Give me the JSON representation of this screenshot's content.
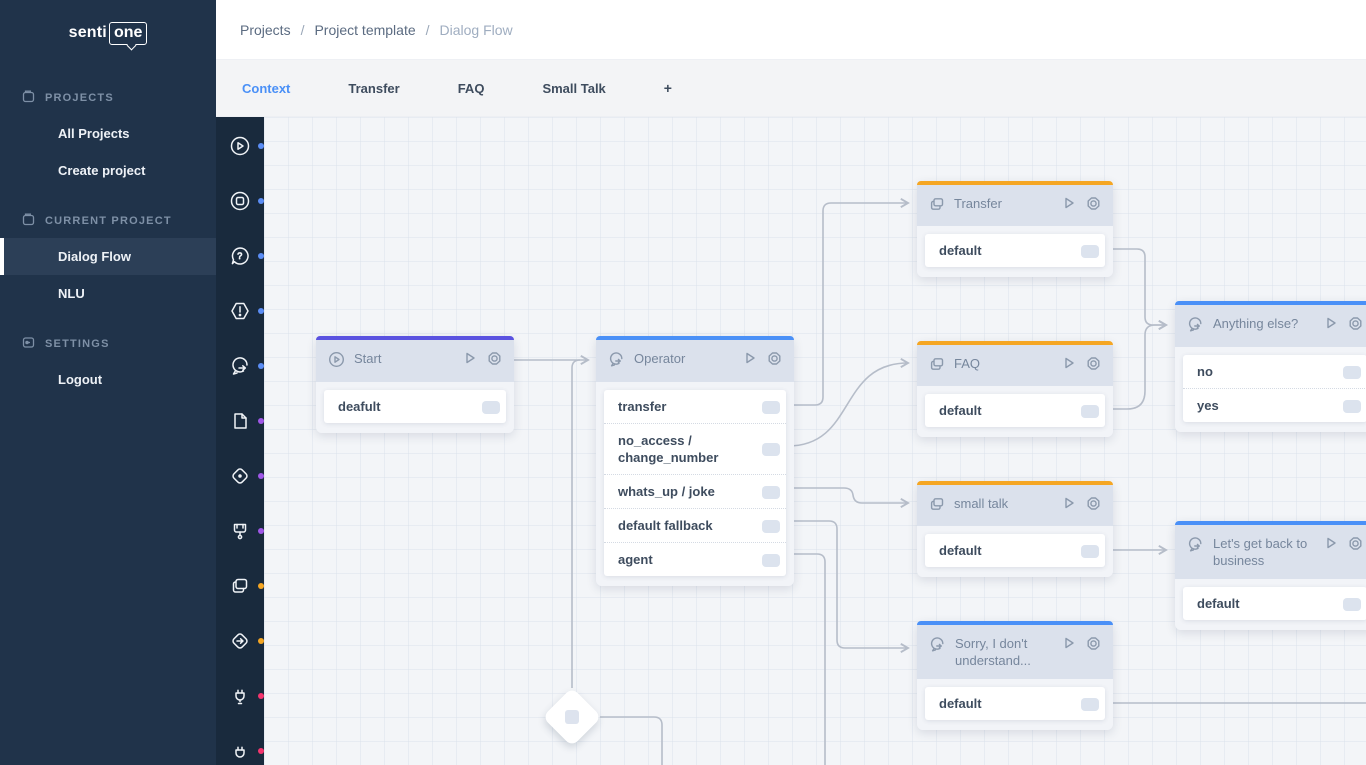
{
  "sidebar": {
    "logo": {
      "part1": "senti",
      "part2": "one"
    },
    "sections": [
      {
        "label": "PROJECTS",
        "items": [
          {
            "label": "All Projects"
          },
          {
            "label": "Create project"
          }
        ]
      },
      {
        "label": "CURRENT PROJECT",
        "items": [
          {
            "label": "Dialog Flow",
            "active": true
          },
          {
            "label": "NLU"
          }
        ]
      },
      {
        "label": "SETTINGS",
        "items": [
          {
            "label": "Logout"
          }
        ]
      }
    ]
  },
  "breadcrumb": {
    "items": [
      "Projects",
      "Project template",
      "Dialog Flow"
    ],
    "separator": "/"
  },
  "tabs": {
    "items": [
      "Context",
      "Transfer",
      "FAQ",
      "Small Talk"
    ],
    "add_label": "+",
    "active": "Context"
  },
  "toolbar": {
    "tools": [
      {
        "name": "play-circle",
        "dot": "#5b8df5"
      },
      {
        "name": "stop-circle",
        "dot": "#5b8df5"
      },
      {
        "name": "question-bubble",
        "dot": "#5b8df5"
      },
      {
        "name": "warning-hexagon",
        "dot": "#5b8df5"
      },
      {
        "name": "chat-forward",
        "dot": "#5b8df5"
      },
      {
        "name": "document",
        "dot": "#a057e8"
      },
      {
        "name": "decision-diamond",
        "dot": "#a057e8"
      },
      {
        "name": "paint-roller",
        "dot": "#a057e8"
      },
      {
        "name": "collection-stack",
        "dot": "#f5a623"
      },
      {
        "name": "action-diamond",
        "dot": "#f5a623"
      },
      {
        "name": "plug",
        "dot": "#f5356e"
      },
      {
        "name": "plug-alt",
        "dot": "#f5356e"
      }
    ]
  },
  "canvas": {
    "nodes": [
      {
        "title": "Start",
        "accent": "#5a52e0",
        "rows": [
          "deafult"
        ]
      },
      {
        "title": "Operator",
        "accent": "#4a90f7",
        "rows": [
          "transfer",
          "no_access / change_number",
          "whats_up / joke",
          "default fallback",
          "agent"
        ]
      },
      {
        "title": "Transfer",
        "accent": "#f5a623",
        "rows": [
          "default"
        ]
      },
      {
        "title": "FAQ",
        "accent": "#f5a623",
        "rows": [
          "default"
        ]
      },
      {
        "title": "small talk",
        "accent": "#f5a623",
        "rows": [
          "default"
        ]
      },
      {
        "title": "Sorry, I don't understand...",
        "accent": "#4a90f7",
        "rows": [
          "default"
        ]
      },
      {
        "title": "Anything else?",
        "accent": "#4a90f7",
        "rows": [
          "no",
          "yes"
        ]
      },
      {
        "title": "Let's get back to business",
        "accent": "#4a90f7",
        "rows": [
          "default"
        ]
      }
    ]
  },
  "colors": {
    "sidebar_bg": "#20334a",
    "rail_bg": "#192a3d",
    "canvas_bg": "#f3f5f8",
    "wire": "#b6bdc9",
    "active_tab": "#4a90f7",
    "accent_indigo": "#5a52e0",
    "accent_blue": "#4a90f7",
    "accent_orange": "#f5a623"
  }
}
